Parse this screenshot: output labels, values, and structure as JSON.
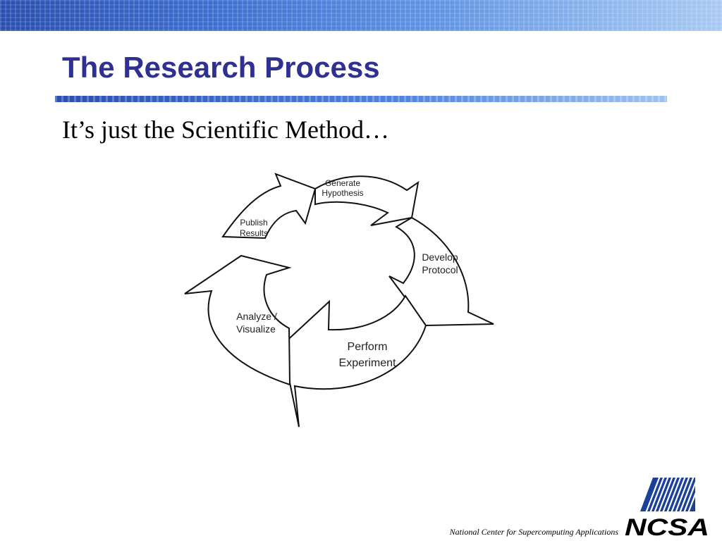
{
  "slide": {
    "title": "The Research Process",
    "subtitle": "It’s just the Scientific Method…"
  },
  "diagram": {
    "steps": [
      {
        "id": "generate",
        "lines": [
          "Generate",
          "Hypothesis"
        ]
      },
      {
        "id": "develop",
        "lines": [
          "Develop",
          "Protocol"
        ]
      },
      {
        "id": "perform",
        "lines": [
          "Perform",
          "Experiment"
        ]
      },
      {
        "id": "analyze",
        "lines": [
          "Analyze /",
          "Visualize"
        ]
      },
      {
        "id": "publish",
        "lines": [
          "Publish",
          "Results"
        ]
      }
    ]
  },
  "footer": {
    "organization": "National Center for Supercomputing Applications",
    "logo_text": "NCSA"
  },
  "colors": {
    "title": "#2e3192",
    "banner_start": "#2a4fb0",
    "banner_end": "#a8c9f2"
  }
}
